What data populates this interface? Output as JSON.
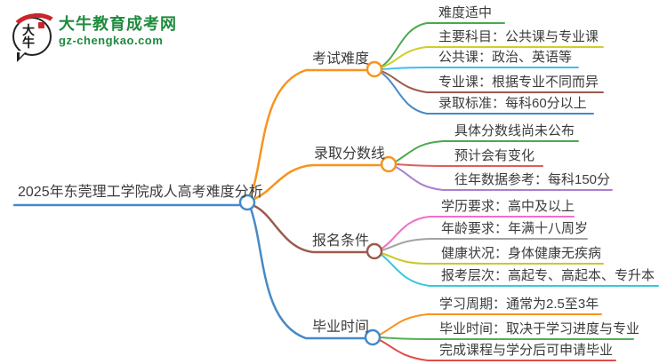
{
  "logo": {
    "icon_text": "大牛",
    "brand": "大牛教育成考网",
    "domain": "gz-chengkao.com",
    "brand_color": "#1e8b3e",
    "seal_color": "#c9252c"
  },
  "mindmap": {
    "root": {
      "label": "2025年东莞理工学院成人高考难度分析",
      "color": "#4789c8"
    },
    "branches": [
      {
        "label": "考试难度",
        "color": "#f7941e",
        "children": [
          {
            "label": "难度适中",
            "color": "#4aa94e"
          },
          {
            "label": "主要科目：公共课与专业课",
            "color": "#cfcf27"
          },
          {
            "label": "公共课：政治、英语等",
            "color": "#3ec0ee"
          },
          {
            "label": "专业课：根据专业不同而异",
            "color": "#9a5b4d"
          },
          {
            "label": "录取标准：每科60分以上",
            "color": "#4789c8"
          }
        ]
      },
      {
        "label": "录取分数线",
        "color": "#f7941e",
        "children": [
          {
            "label": "具体分数线尚未公布",
            "color": "#4aa94e"
          },
          {
            "label": "预计会有变化",
            "color": "#e05c5c"
          },
          {
            "label": "往年数据参考：每科150分",
            "color": "#a97fd0"
          }
        ]
      },
      {
        "label": "报名条件",
        "color": "#9a5b4d",
        "children": [
          {
            "label": "学历要求：高中及以上",
            "color": "#ee6fc8"
          },
          {
            "label": "年龄要求：年满十八周岁",
            "color": "#a3a3a3"
          },
          {
            "label": "健康状况：身体健康无疾病",
            "color": "#c9c929"
          },
          {
            "label": "报考层次：高起专、高起本、专升本",
            "color": "#35c8dc"
          }
        ]
      },
      {
        "label": "毕业时间",
        "color": "#4789c8",
        "children": [
          {
            "label": "学习周期：通常为2.5至3年",
            "color": "#f7941e"
          },
          {
            "label": "毕业时间：取决于学习进度与专业",
            "color": "#52b152"
          },
          {
            "label": "完成课程与学分后可申请毕业",
            "color": "#e04b4b"
          }
        ]
      }
    ]
  }
}
